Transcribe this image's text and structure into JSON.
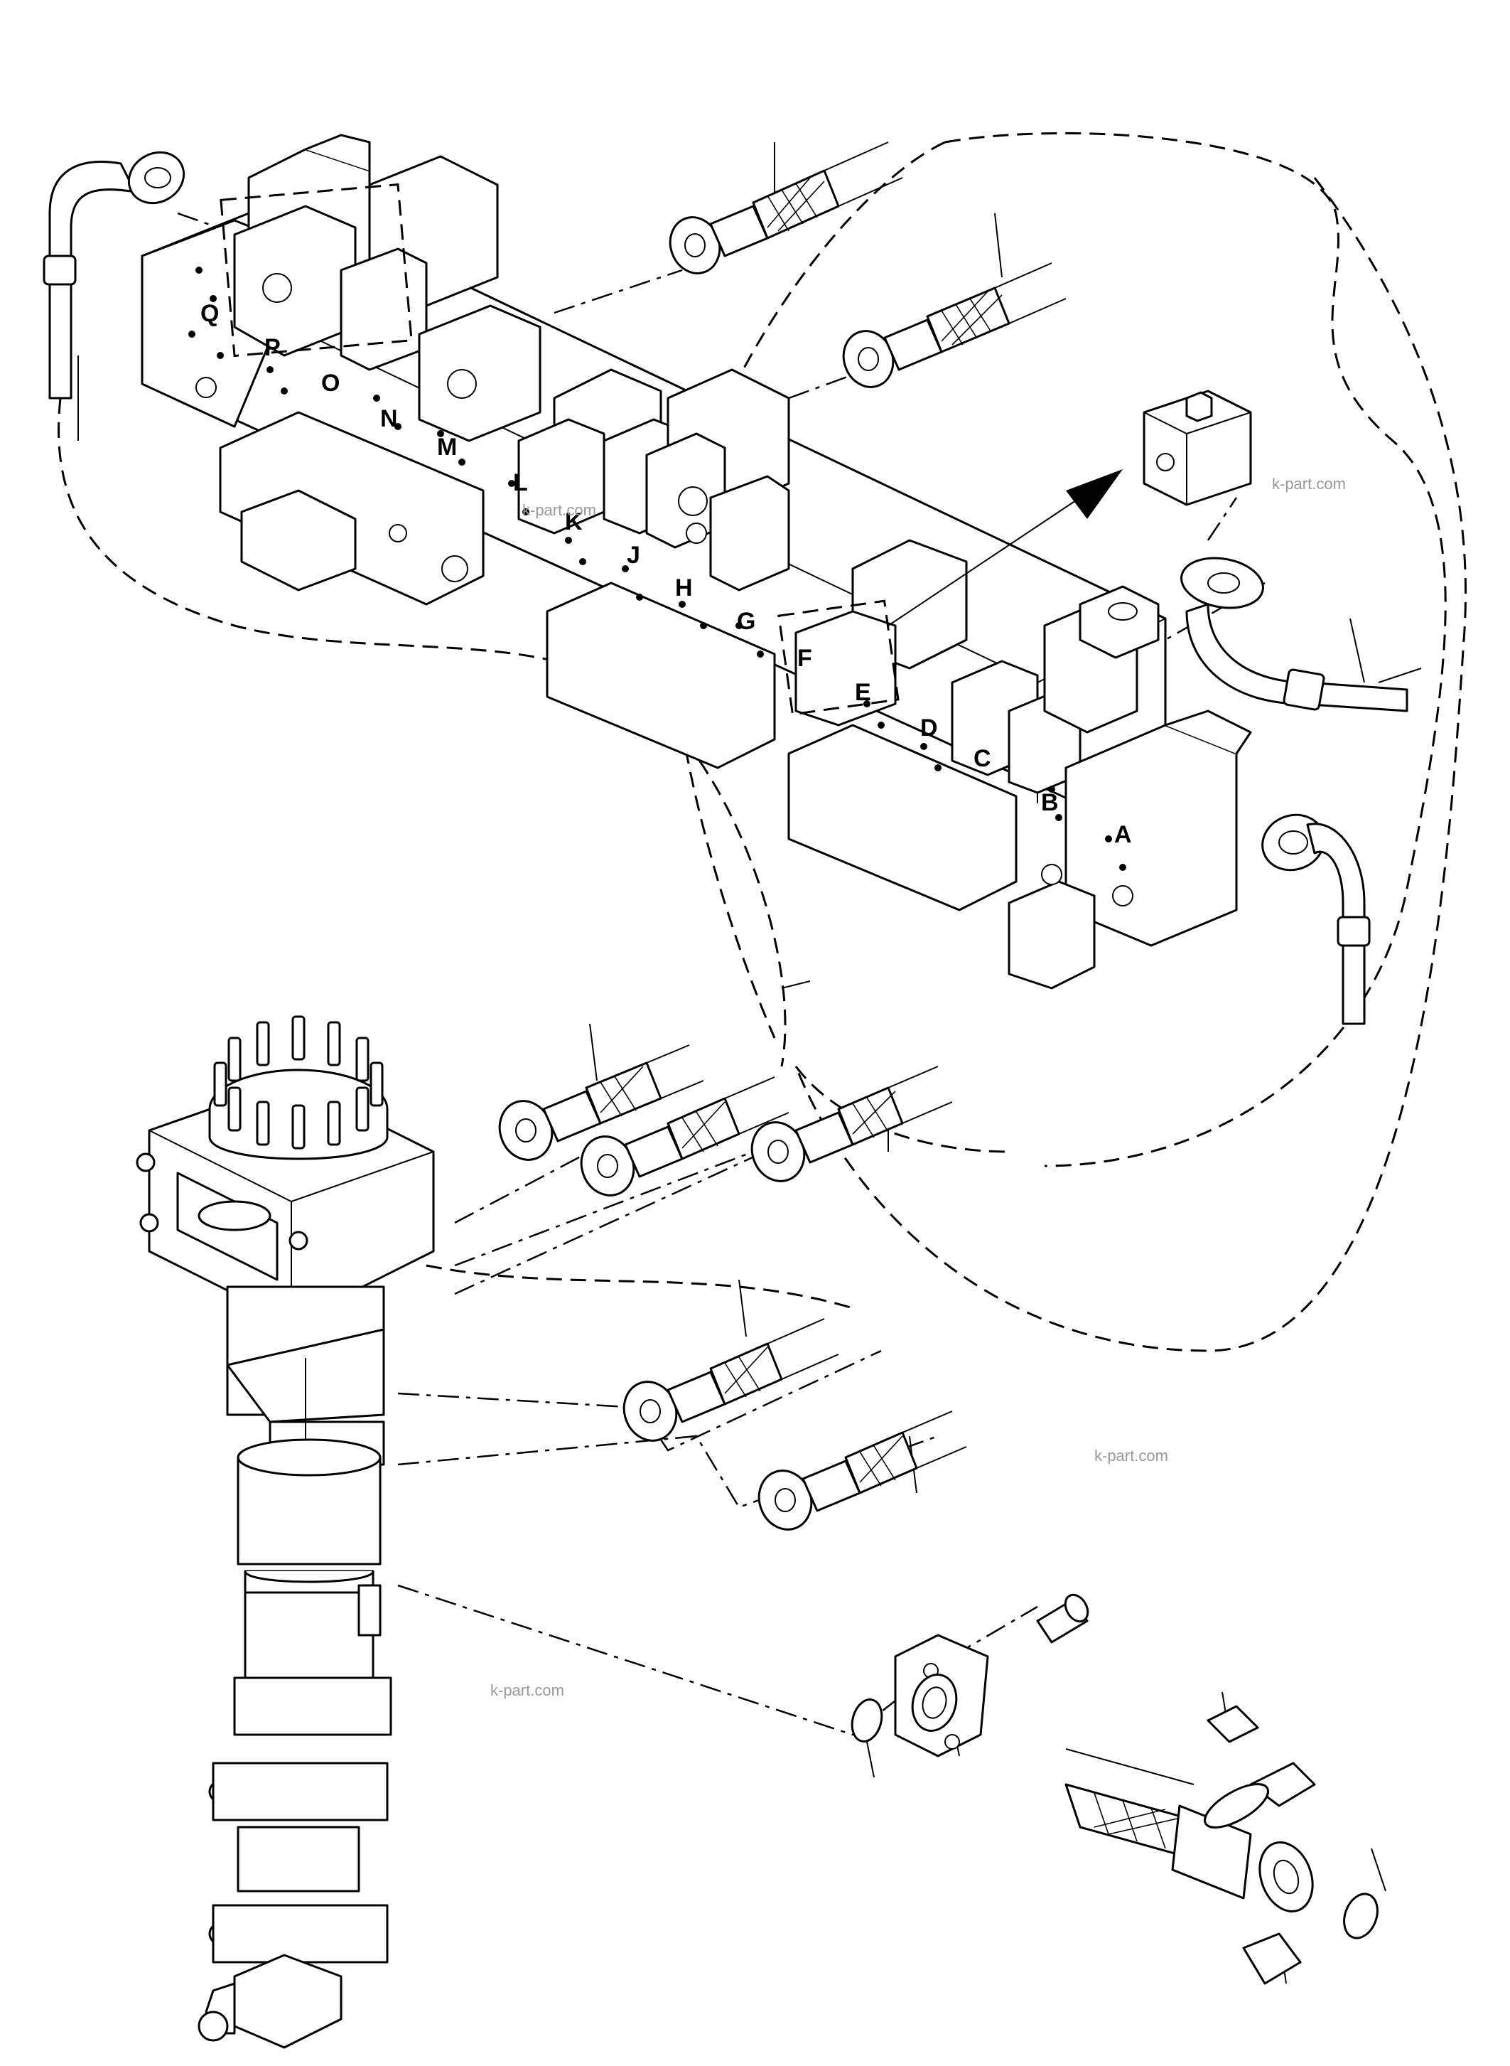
{
  "diagram": {
    "port_labels": [
      "Q",
      "P",
      "O",
      "N",
      "M",
      "L",
      "K",
      "J",
      "H",
      "G",
      "F",
      "E",
      "D",
      "C",
      "B",
      "A"
    ],
    "watermarks": [
      "k-part.com",
      "k-part.com",
      "k-part.com",
      "k-part.com"
    ]
  }
}
